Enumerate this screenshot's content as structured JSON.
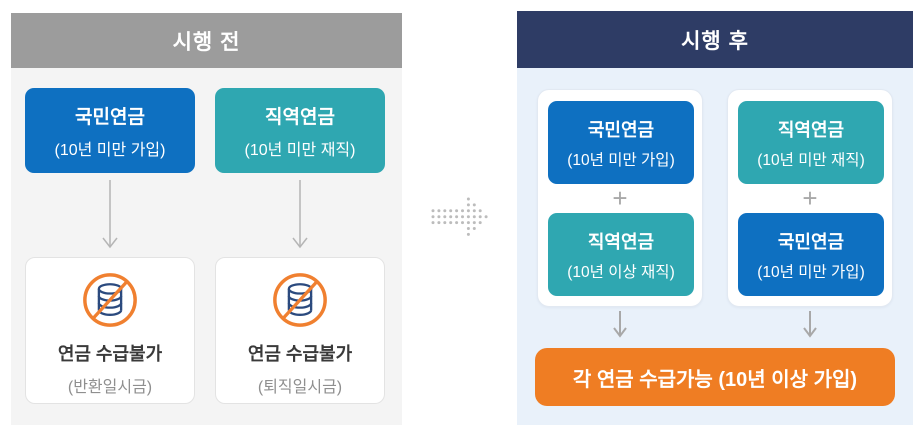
{
  "colors": {
    "blue": "#0e70c1",
    "teal": "#2fa7b1",
    "navy_header": "#2e3c65",
    "gray_header": "#9c9c9c",
    "left_panel_bg": "#f4f4f4",
    "right_panel_bg": "#e9f1fa",
    "orange_banner": "#ef7d23",
    "icon_circle_orange": "#f08030",
    "icon_coins_navy": "#2b4a7e",
    "arrow_gray": "#b5b5b5",
    "title_text": "#3a3a3a",
    "muted_text": "#8f8f8f"
  },
  "before": {
    "header": "시행 전",
    "pension_boxes": [
      {
        "title": "국민연금",
        "subtitle": "(10년 미만 가입)",
        "color": "#0e70c1"
      },
      {
        "title": "직역연금",
        "subtitle": "(10년 미만 재직)",
        "color": "#2fa7b1"
      }
    ],
    "result_cards": [
      {
        "icon": "no-pension-icon",
        "title": "연금 수급불가",
        "subtitle": "(반환일시금)"
      },
      {
        "icon": "no-pension-icon",
        "title": "연금 수급불가",
        "subtitle": "(퇴직일시금)"
      }
    ]
  },
  "transition_arrow": {
    "icon": "dotted-arrow-right-icon",
    "dot_color": "#bcbcbc",
    "dot_rows": [
      [
        6
      ],
      [
        6,
        7
      ],
      [
        0,
        1,
        2,
        3,
        4,
        5,
        6,
        7,
        8
      ],
      [
        0,
        1,
        2,
        3,
        4,
        5,
        6,
        7,
        8,
        9
      ],
      [
        0,
        1,
        2,
        3,
        4,
        5,
        6,
        7,
        8
      ],
      [
        6,
        7
      ],
      [
        6
      ]
    ]
  },
  "after": {
    "header": "시행 후",
    "plus": "+",
    "combo_cards": [
      {
        "top": {
          "title": "국민연금",
          "subtitle": "(10년 미만 가입)",
          "color": "#0e70c1"
        },
        "bottom": {
          "title": "직역연금",
          "subtitle": "(10년 이상 재직)",
          "color": "#2fa7b1"
        }
      },
      {
        "top": {
          "title": "직역연금",
          "subtitle": "(10년 미만 재직)",
          "color": "#2fa7b1"
        },
        "bottom": {
          "title": "국민연금",
          "subtitle": "(10년 미만 가입)",
          "color": "#0e70c1"
        }
      }
    ],
    "result_banner": "각 연금 수급가능 (10년 이상 가입)"
  }
}
